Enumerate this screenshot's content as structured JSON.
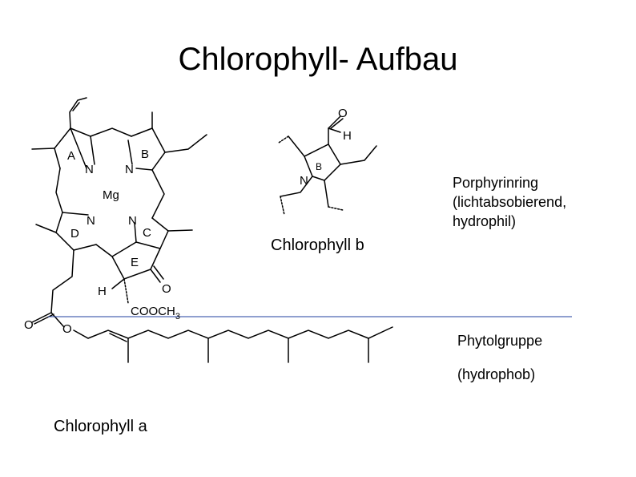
{
  "slide": {
    "title": "Chlorophyll- Aufbau",
    "chlorophyll_a_label": "Chlorophyll a",
    "chlorophyll_b_label": "Chlorophyll b",
    "porphyrin": {
      "line1": "Porphyrinring",
      "line2": "(lichtabsobierend,",
      "line3": "hydrophil)"
    },
    "phytol": {
      "line1": "Phytolgruppe",
      "line2": "(hydrophob)"
    }
  },
  "molecule": {
    "ring_labels": [
      "A",
      "B",
      "C",
      "D",
      "E"
    ],
    "metal": "Mg",
    "nitrogen": "N",
    "hydrogen": "H",
    "oxygen": "O",
    "ester_group": "COOCH",
    "ester_subscript": "3",
    "fragment_ring_label": "B"
  },
  "colors": {
    "divider_line": "#1f3f9f"
  }
}
